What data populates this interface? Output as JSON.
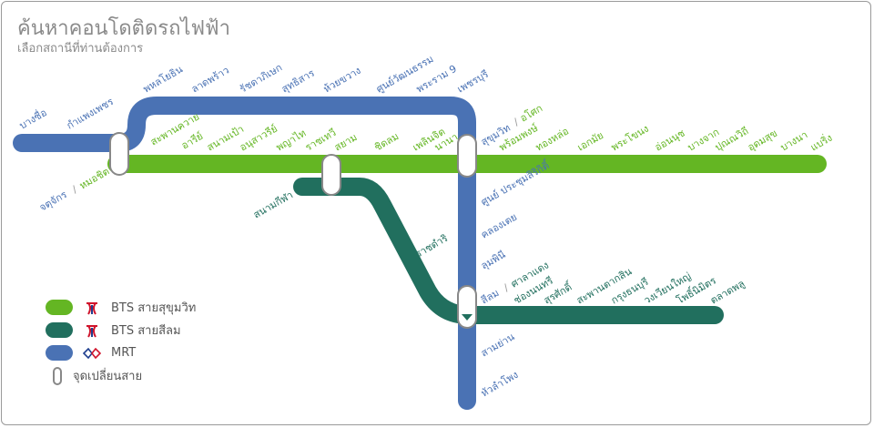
{
  "header": {
    "title": "ค้นหาคอนโดติดรถไฟฟ้า",
    "subtitle": "เลือกสถานีที่ท่านต้องการ"
  },
  "colors": {
    "bts_sukhumvit": "#64b623",
    "bts_silom": "#216f5e",
    "mrt": "#4a72b4",
    "interchange_border": "#888888"
  },
  "lines": {
    "mrt": {
      "name": "MRT",
      "stations_upper": [
        "บางซื่อ",
        "กำแพงเพชร",
        "พหลโยธิน",
        "ลาดพร้าว",
        "รัชดาภิเษก",
        "สุทธิสาร",
        "ห้วยขวาง",
        "ศูนย์วัฒนธรรม",
        "พระราม 9",
        "เพชรบุรี"
      ],
      "interchange_chatuchak": "จตุจักร",
      "interchange_sukhumvit": "สุขุมวิท",
      "interchange_silom": "สีลม",
      "stations_vertical": [
        "ศูนย์ ประชุมสิริกิติ์",
        "คลองเตย",
        "ลุมพินี",
        "สามย่าน",
        "หัวลำโพง"
      ]
    },
    "bts_sukhumvit": {
      "name": "BTS สายสุขุมวิท",
      "interchange_mochit": "หมอชิต",
      "stations_west": [
        "สะพานควาย",
        "อารีย์",
        "สนามเป้า",
        "อนุสาวรีย์",
        "พญาไท",
        "ราชเทวี",
        "สยาม",
        "ชิดลม",
        "เพลินจิต",
        "นานา"
      ],
      "interchange_asok": "อโศก",
      "stations_east": [
        "พร้อมพงษ์",
        "ทองหล่อ",
        "เอกมัย",
        "พระโขนง",
        "อ่อนนุช",
        "บางจาก",
        "ปุณณวิถี",
        "อุดมสุข",
        "บางนา",
        "แบริ่ง"
      ]
    },
    "bts_silom": {
      "name": "BTS สายสีลม",
      "stations_west": [
        "สนามกีฬา",
        "ราชดำริ"
      ],
      "interchange_saladaeng": "ศาลาแดง",
      "stations_east": [
        "ช่องนนทรี",
        "สุรศักดิ์",
        "สะพานตากสิน",
        "กรุงธนบุรี",
        "วงเวียนใหญ่",
        "โพธิ์นิมิตร",
        "ตลาดพลู"
      ]
    }
  },
  "legend": {
    "items": [
      {
        "label": "BTS สายสุขุมวิท",
        "logo": "bts-logo",
        "color": "#64b623"
      },
      {
        "label": "BTS สายสีลม",
        "logo": "bts-logo",
        "color": "#216f5e"
      },
      {
        "label": "MRT",
        "logo": "mrt-logo",
        "color": "#4a72b4"
      }
    ],
    "interchange_label": "จุดเปลี่ยนสาย"
  },
  "separator": "/"
}
